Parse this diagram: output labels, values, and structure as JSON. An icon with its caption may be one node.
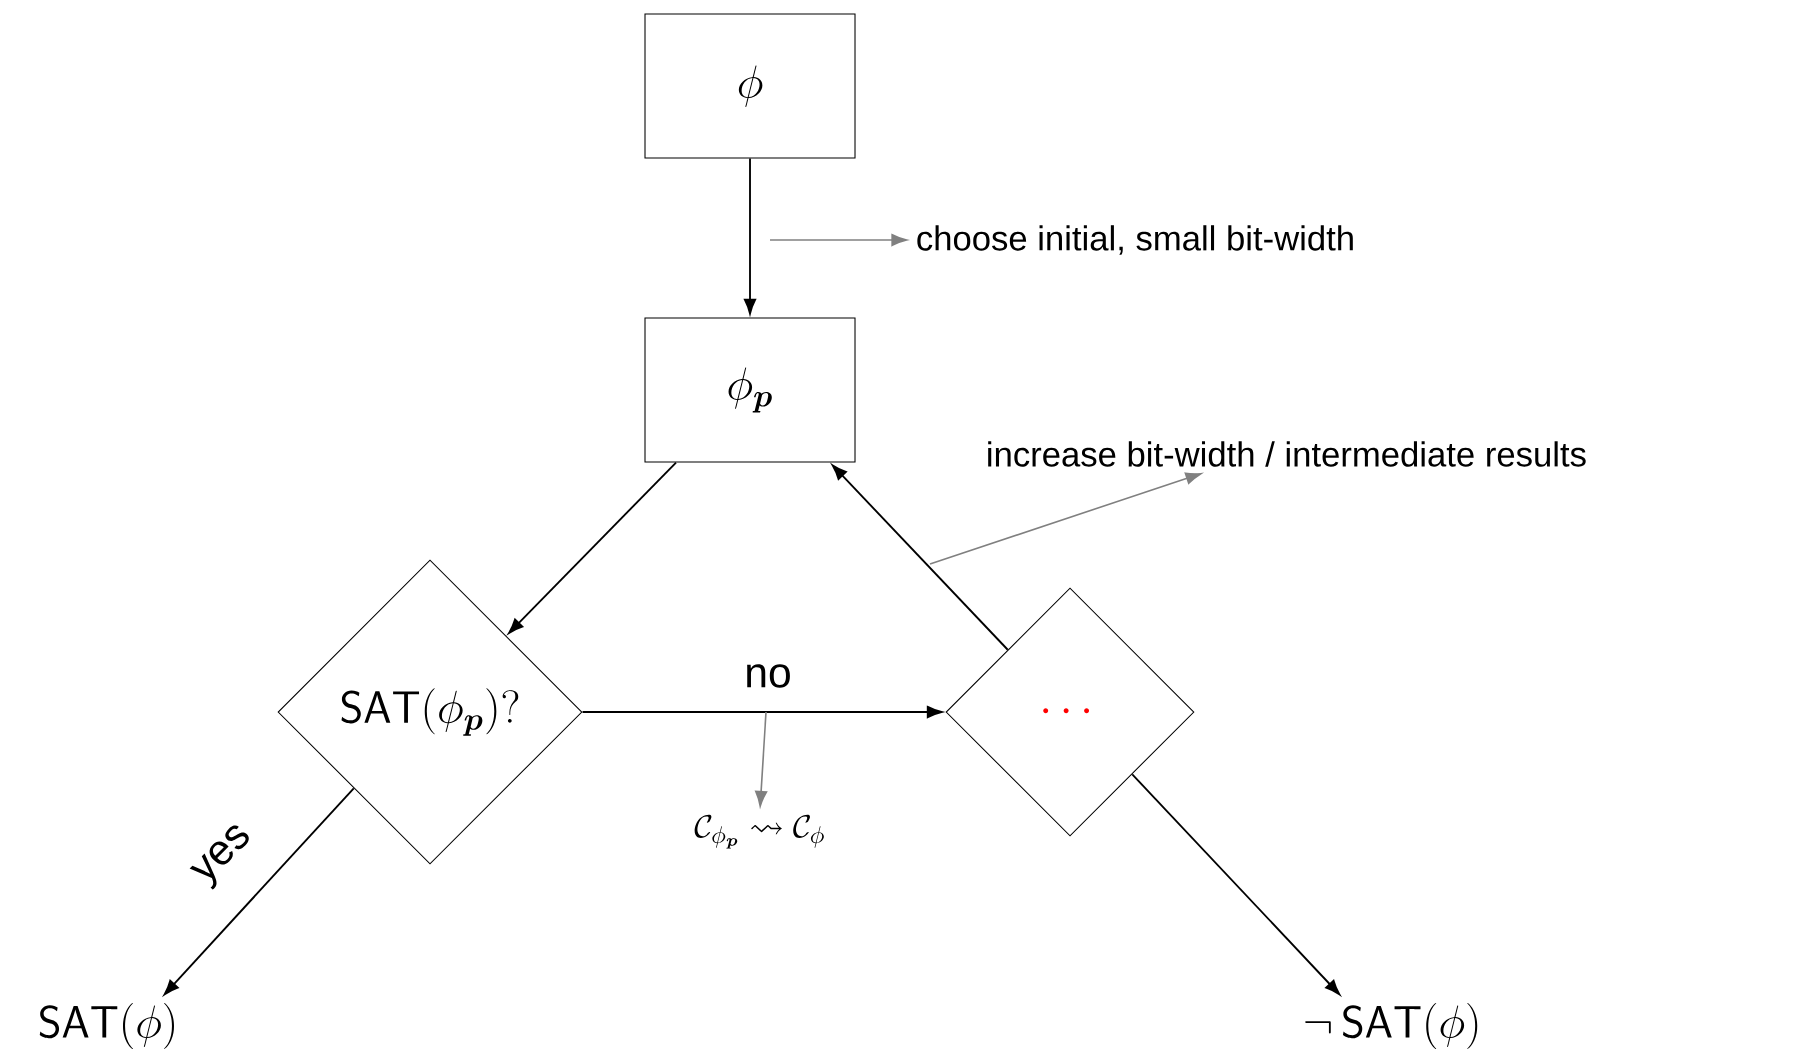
{
  "diagram": {
    "nodes": [
      {
        "text": [
          "\\phi"
        ]
      },
      {
        "text": [
          "\\phi_{\\boldsymbol{p}}"
        ]
      },
      {
        "text": [
          "\\mathsf{SAT}(\\phi_{\\boldsymbol{p}})?"
        ]
      },
      {
        "text": [
          "\\cdots"
        ]
      },
      {
        "text": [
          "\\mathsf{SAT}(\\phi)"
        ]
      },
      {
        "text": [
          "\\neg\\,\\mathsf{SAT}(\\phi)"
        ]
      },
      {
        "text": [
          "choose initial, small bit-width"
        ]
      },
      {
        "text": [
          "increase bit-width / intermediate results"
        ]
      },
      {
        "text": [
          "\\mathcal{C}_{\\phi_{\\boldsymbol{p}}} \\leadsto \\mathcal{C}_{\\phi}"
        ]
      }
    ],
    "edges": [
      {
        "from": 0,
        "to": 1,
        "arrow": "to"
      },
      {
        "from": 1,
        "to": 2,
        "arrow": "to"
      },
      {
        "from": 2,
        "to": 3,
        "arrow": "to",
        "label": "no"
      },
      {
        "from": 3,
        "to": 1,
        "arrow": "to"
      },
      {
        "from": 2,
        "to": 4,
        "arrow": "to",
        "label": "yes"
      },
      {
        "from": 3,
        "to": 5,
        "arrow": "to"
      },
      {
        "from": null,
        "to": 6,
        "arrow": "to",
        "color": "#808080"
      },
      {
        "from": null,
        "to": 7,
        "arrow": "to",
        "color": "#808080"
      },
      {
        "from": null,
        "to": 8,
        "arrow": "to",
        "color": "#808080"
      }
    ]
  }
}
